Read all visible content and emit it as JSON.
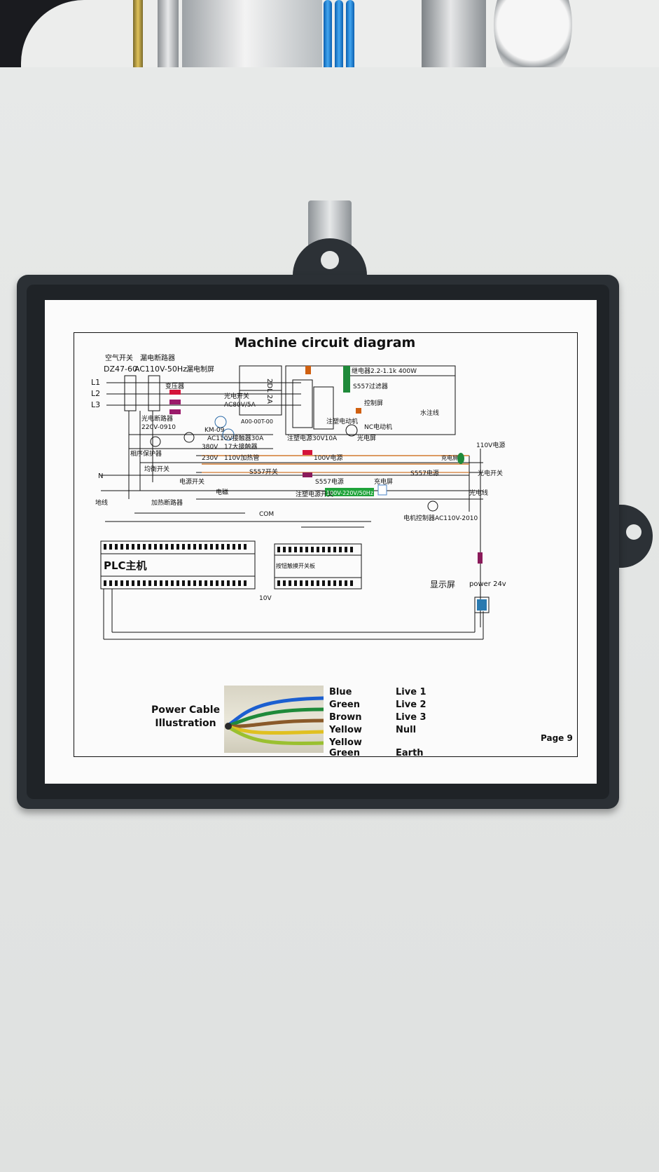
{
  "sheet": {
    "title": "Machine circuit diagram",
    "page": "Page 9"
  },
  "diagram": {
    "top_labels": {
      "air_switch": "空气开关",
      "air_switch_model": "DZ47-60",
      "leakage_breaker": "漏电断路器",
      "leakage_spec": "AC110V-50Hz",
      "leakage_screen": "漏电制屏",
      "rectifier": "2DL 2A"
    },
    "phase_labels": [
      "L1",
      "L2",
      "L3"
    ],
    "labels": {
      "transformer": "变压器",
      "photo_switch": "光电开关",
      "photo_spec": "AC80V/5A",
      "charger_breaker": "光电断路器",
      "charger_spec": "220V-0910",
      "phase_meter": "相序保护器",
      "km": "KM-09",
      "contactor_spec": "AC110V接触器30A",
      "aoo": "A00-00T-00",
      "v380": "380V",
      "v230": "230V",
      "line_380": "17大接触器",
      "line_230": "110V加热管",
      "v100": "100V电源",
      "neutral": "N",
      "balance_switch": "均衡开关",
      "s557_a": "S557开关",
      "s557_b": "S557电源",
      "s557_c": "S557电源",
      "charge_switch": "电源开关",
      "ground": "地线",
      "heater_breaker": "加热断路器",
      "coil": "电磁",
      "injection_power": "注塑电源开关",
      "v_range": "100V-220V/50Hz",
      "charger_screen": "充电屏",
      "relay": "继电器2.2-1.1k 400W",
      "s557_filter": "S557过滤器",
      "control_screen": "控制屏",
      "water_line": "水注线",
      "injection_pump": "注塑电源30V10A",
      "detector": "注塑电动机",
      "nc_detector": "NC电动机",
      "light": "光电屏",
      "v110": "110V电源",
      "light_switch": "光电开关",
      "light_line": "光电线",
      "machine_ctrl": "电机控制器AC110V-2010",
      "com": "COM",
      "plc": "PLC主机",
      "v10": "10V",
      "io_module": "按钮触摸开关板",
      "display": "显示屏",
      "power24": "power 24v",
      "charger_pack": "充电屏"
    }
  },
  "legend": {
    "caption_line1": "Power Cable",
    "caption_line2": "Illustration",
    "rows": [
      {
        "color": "Blue",
        "meaning": "Live 1"
      },
      {
        "color": "Green",
        "meaning": "Live 2"
      },
      {
        "color": "Brown",
        "meaning": "Live 3"
      },
      {
        "color": "Yellow",
        "meaning": "Null"
      },
      {
        "color": "Yellow Green",
        "meaning": "Earth"
      }
    ],
    "wire_colors": [
      "#1c5fd0",
      "#1f8a3a",
      "#8a5a2a",
      "#e0c020",
      "#9ac030"
    ]
  }
}
